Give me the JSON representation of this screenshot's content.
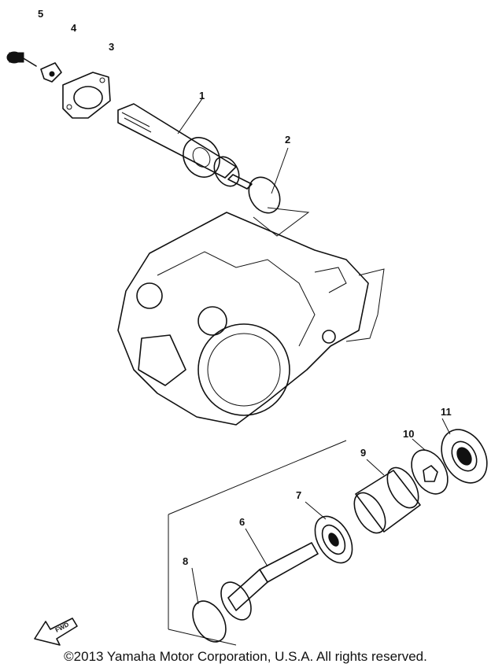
{
  "diagram": {
    "callouts": [
      {
        "id": "1",
        "label": "1"
      },
      {
        "id": "2",
        "label": "2"
      },
      {
        "id": "3",
        "label": "3"
      },
      {
        "id": "4",
        "label": "4"
      },
      {
        "id": "5",
        "label": "5"
      },
      {
        "id": "6",
        "label": "6"
      },
      {
        "id": "7",
        "label": "7"
      },
      {
        "id": "8",
        "label": "8"
      },
      {
        "id": "9",
        "label": "9"
      },
      {
        "id": "10",
        "label": "10"
      },
      {
        "id": "11",
        "label": "11"
      }
    ],
    "fwd_label": "FWD"
  },
  "footer": {
    "copyright": "©2013 Yamaha Motor Corporation, U.S.A. All rights reserved."
  }
}
